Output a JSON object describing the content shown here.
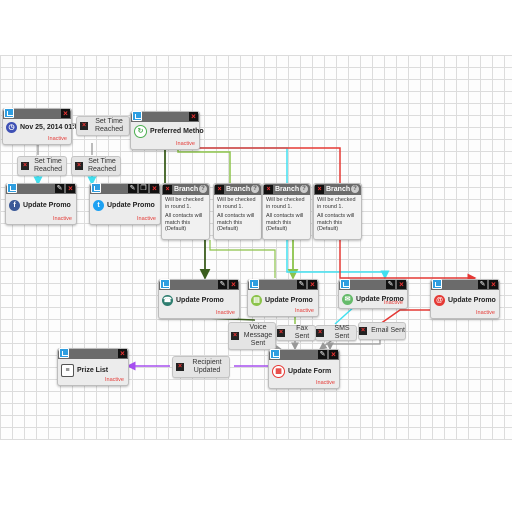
{
  "nodes": {
    "date_trigger": {
      "title": "Nov 25, 2014 01:0",
      "status": "Inactive"
    },
    "preferred_method": {
      "title": "Preferred Metho",
      "status": "Inactive"
    },
    "promo_facebook": {
      "title": "Update Promo",
      "status": "Inactive"
    },
    "promo_twitter": {
      "title": "Update Promo",
      "status": "Inactive"
    },
    "promo_voice": {
      "title": "Update Promo",
      "status": "Inactive"
    },
    "promo_fax": {
      "title": "Update Promo",
      "status": "Inactive"
    },
    "promo_sms": {
      "title": "Update Promo",
      "status": "Inactive"
    },
    "promo_email": {
      "title": "Update Promo",
      "status": "Inactive"
    },
    "update_form": {
      "title": "Update Form",
      "status": "Inactive"
    },
    "prize_list": {
      "title": "Prize List",
      "status": "Inactive"
    }
  },
  "connectors": {
    "set_time_1": "Set Time Reached",
    "set_time_2": "Set Time Reached",
    "set_time_3": "Set Time Reached",
    "voice_sent": "Voice Message Sent",
    "fax_sent": "Fax Sent",
    "sms_sent": "SMS Sent",
    "email_sent": "Email Sent",
    "recipient_updated": "Recipient Updated"
  },
  "branches": [
    {
      "title": "Branch",
      "line1": "Will be checked in round 1.",
      "line2": "All contacts will match this (Default)"
    },
    {
      "title": "Branch",
      "line1": "Will be checked in round 1.",
      "line2": "All contacts will match this (Default)"
    },
    {
      "title": "Branch",
      "line1": "Will be checked in round 1.",
      "line2": "All contacts will match this (Default)"
    },
    {
      "title": "Branch",
      "line1": "Will be checked in round 1.",
      "line2": "All contacts will match this (Default)"
    }
  ],
  "colors": {
    "wire_cyan": "#40e0f0",
    "wire_green": "#8bc34a",
    "wire_darkgreen": "#3b5e1e",
    "wire_red": "#e53935",
    "wire_purple": "#a64ff0",
    "wire_gray": "#999999",
    "status_red": "#e53935"
  },
  "icons": {
    "date_trigger": "clock-icon",
    "preferred_method": "refresh-icon",
    "promo_facebook": "facebook-icon",
    "promo_twitter": "twitter-icon",
    "promo_voice": "phone-icon",
    "promo_fax": "fax-icon",
    "promo_sms": "chat-icon",
    "promo_email": "email-icon",
    "update_form": "form-icon",
    "prize_list": "list-icon"
  }
}
